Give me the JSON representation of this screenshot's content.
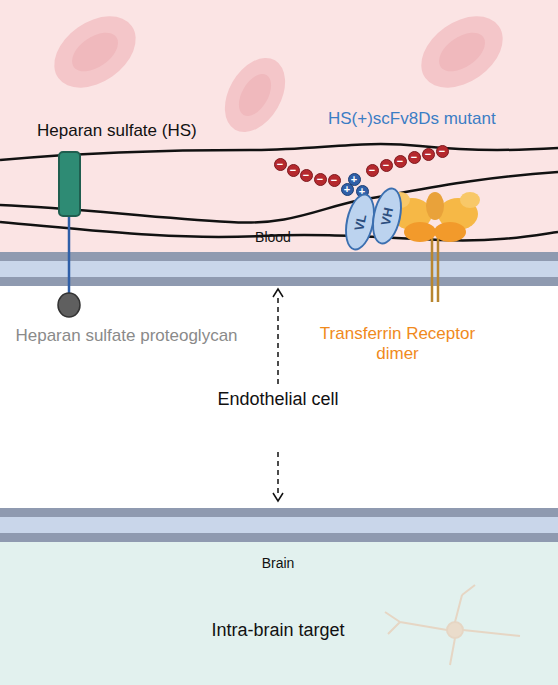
{
  "diagram": {
    "nodes": [
      {
        "text": [
          "−"
        ]
      },
      {
        "text": [
          "−"
        ]
      },
      {
        "text": [
          "−"
        ]
      },
      {
        "text": [
          "−"
        ]
      },
      {
        "text": [
          "−"
        ]
      },
      {
        "text": [
          "−"
        ]
      },
      {
        "text": [
          "−"
        ]
      },
      {
        "text": [
          "−"
        ]
      },
      {
        "text": [
          "−"
        ]
      },
      {
        "text": [
          "−"
        ]
      },
      {
        "text": [
          "−"
        ]
      },
      {
        "text": [
          "+"
        ]
      },
      {
        "text": [
          "+"
        ]
      },
      {
        "text": [
          "+"
        ]
      },
      {
        "text": [
          "VL"
        ]
      },
      {
        "text": [
          "VH"
        ]
      }
    ],
    "labels": [
      "Heparan sulfate (HS)",
      "HS(+)scFv8Ds mutant",
      "Blood",
      "Heparan sulfate proteoglycan",
      "Transferrin Receptor dimer",
      "Endothelial cell",
      "Brain",
      "Intra-brain target"
    ]
  }
}
